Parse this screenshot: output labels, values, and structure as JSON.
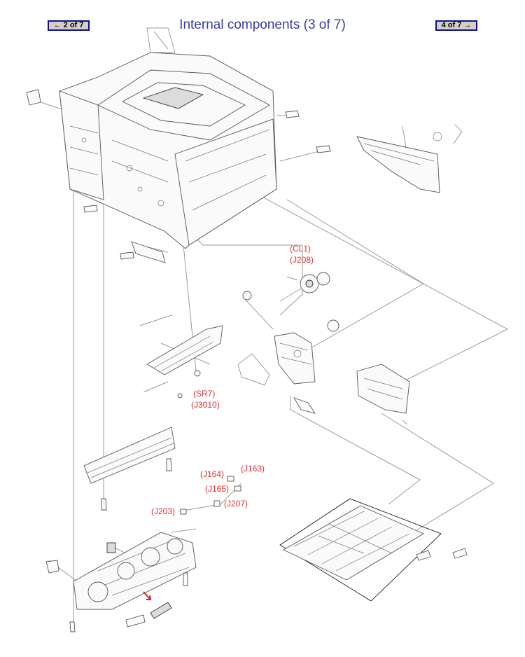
{
  "header": {
    "title": "Internal components (3 of 7)",
    "prev_label": "← 2 of 7",
    "next_label": "4 of 7 →"
  },
  "callouts": {
    "cl1": "(CL1)",
    "j208": "(J208)",
    "sr7": "(SR7)",
    "j3010": "(J3010)",
    "j164": "(J164)",
    "j163": "(J163)",
    "j165": "(J165)",
    "j207": "(J207)",
    "j203": "(J203)"
  },
  "colors": {
    "title": "#3a3aa8",
    "callout": "#e03030",
    "nav_border": "#101090",
    "nav_face": "#d4d0c8"
  }
}
